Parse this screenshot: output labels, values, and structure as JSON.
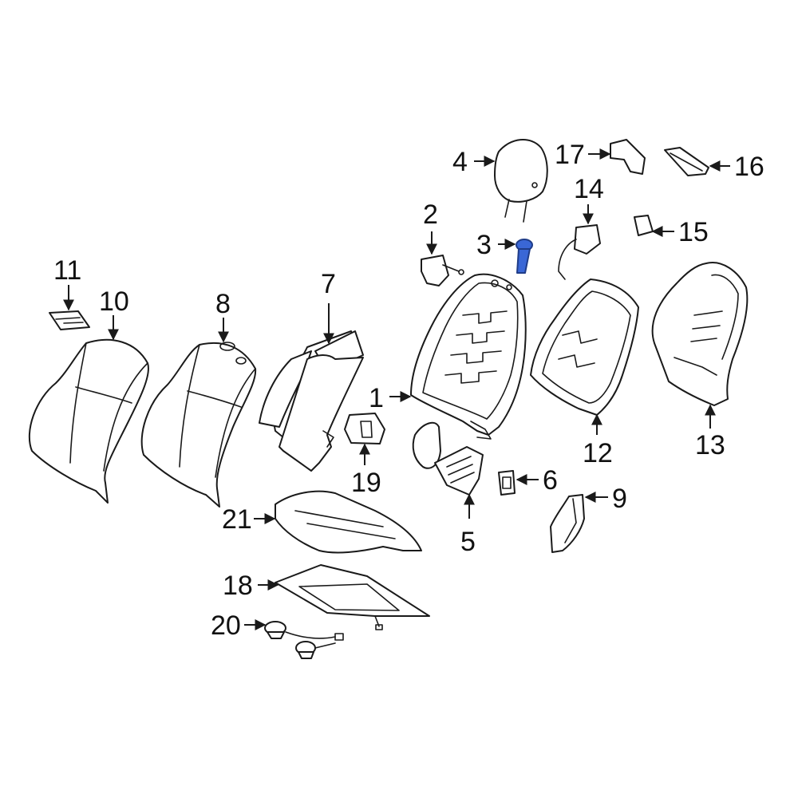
{
  "colors": {
    "line": "#1a1a1a",
    "background": "#ffffff",
    "highlight": "#3a67d6"
  },
  "highlighted_part": "3",
  "callouts": {
    "c1": "1",
    "c2": "2",
    "c3": "3",
    "c4": "4",
    "c5": "5",
    "c6": "6",
    "c7": "7",
    "c8": "8",
    "c9": "9",
    "c10": "10",
    "c11": "11",
    "c12": "12",
    "c13": "13",
    "c14": "14",
    "c15": "15",
    "c16": "16",
    "c17": "17",
    "c18": "18",
    "c19": "19",
    "c20": "20",
    "c21": "21"
  }
}
